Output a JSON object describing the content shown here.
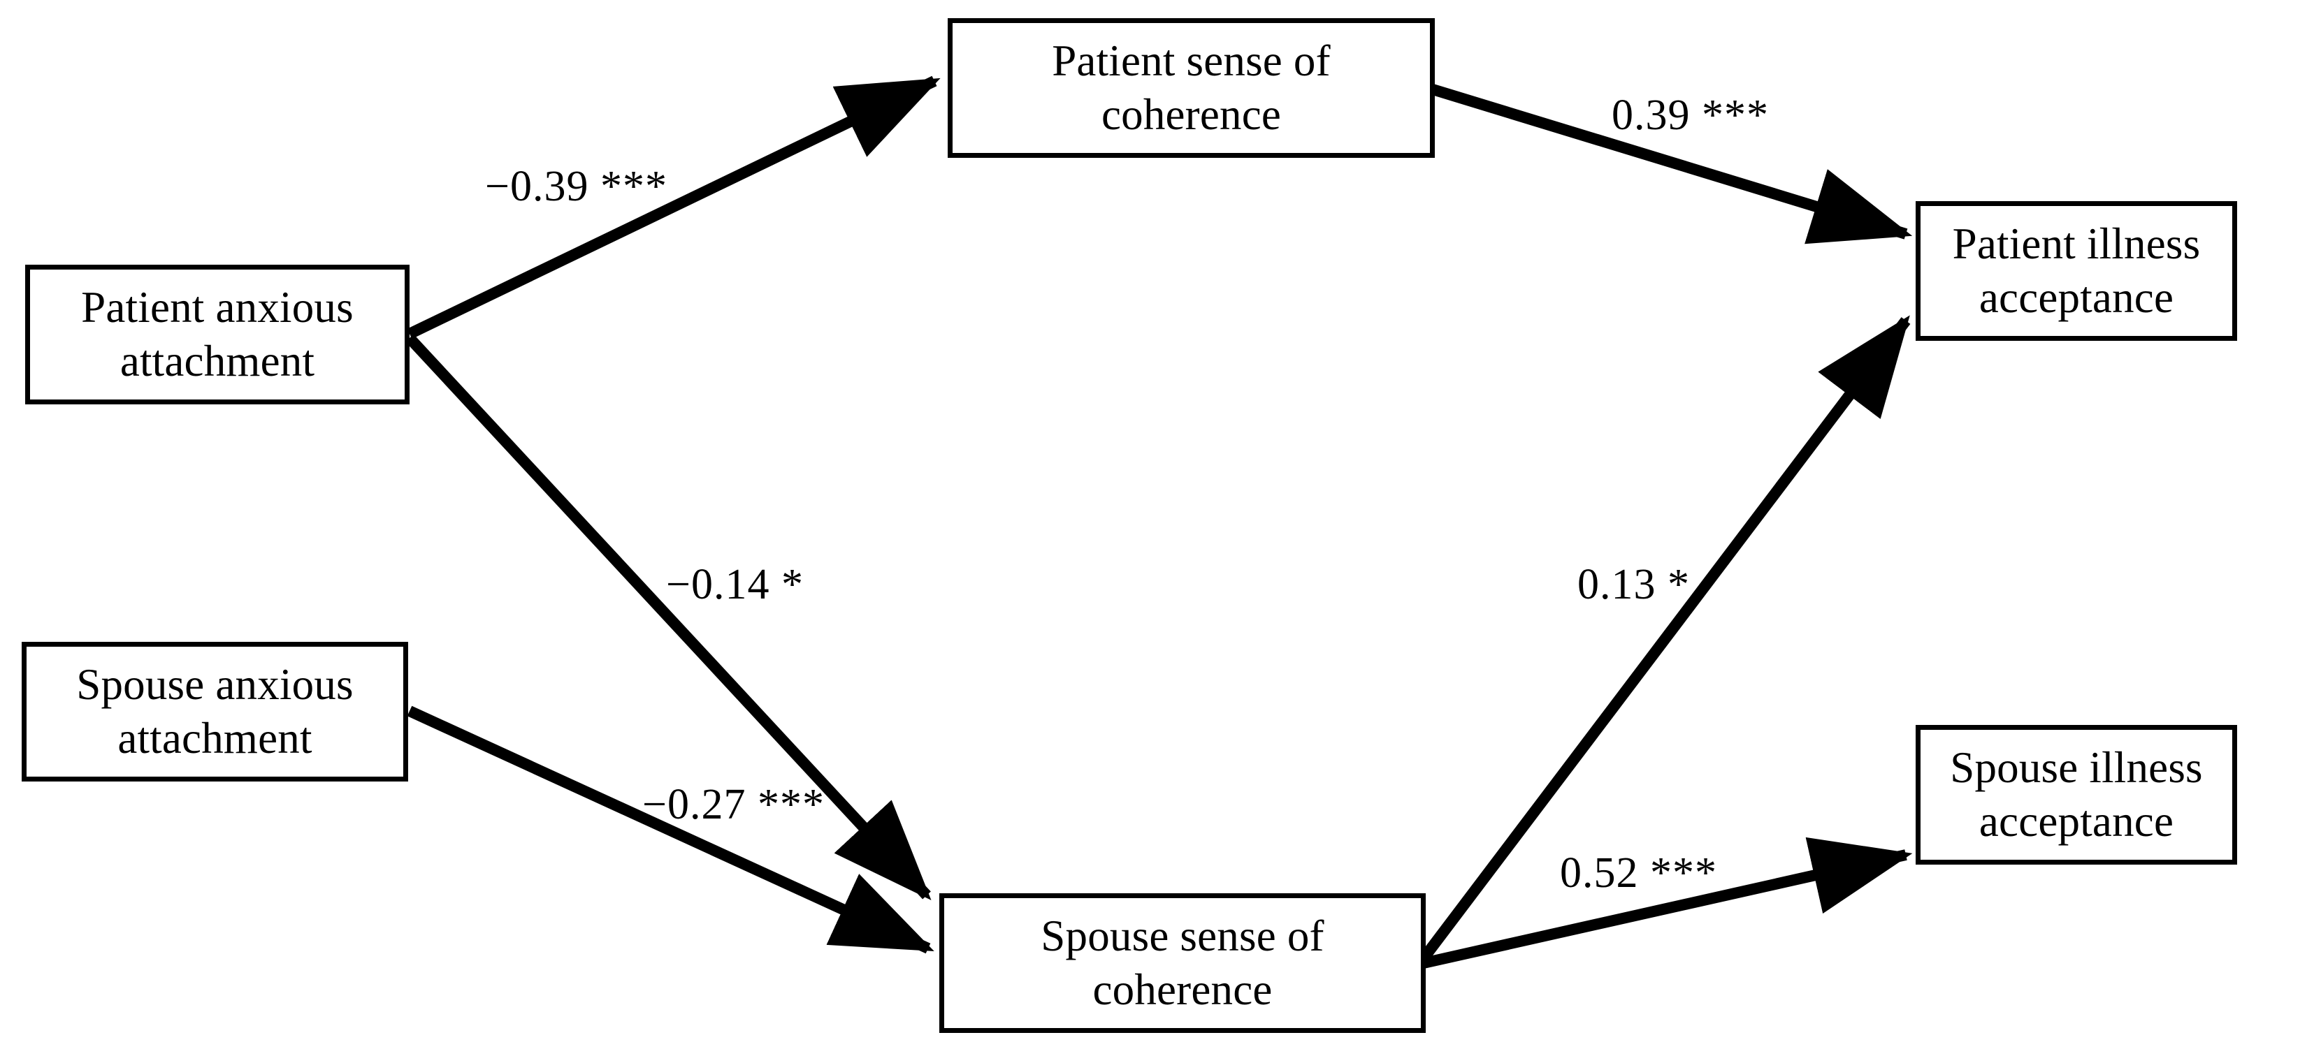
{
  "diagram": {
    "type": "path-diagram",
    "title": "",
    "background_color": "#ffffff",
    "line_color": "#000000",
    "text_color": "#000000",
    "nodes": [
      {
        "id": "patient-anxious-attachment",
        "label": "Patient anxious attachment",
        "line1": "Patient anxious",
        "line2": "attachment"
      },
      {
        "id": "spouse-anxious-attachment",
        "label": "Spouse anxious attachment",
        "line1": "Spouse anxious",
        "line2": "attachment"
      },
      {
        "id": "patient-sense-of-coherence",
        "label": "Patient sense of coherence",
        "line1": "Patient sense of",
        "line2": "coherence"
      },
      {
        "id": "spouse-sense-of-coherence",
        "label": "Spouse sense of coherence",
        "line1": "Spouse sense of",
        "line2": "coherence"
      },
      {
        "id": "patient-illness-acceptance",
        "label": "Patient illness acceptance",
        "line1": "Patient illness",
        "line2": "acceptance"
      },
      {
        "id": "spouse-illness-acceptance",
        "label": "Spouse illness acceptance",
        "line1": "Spouse illness",
        "line2": "acceptance"
      }
    ],
    "edges": [
      {
        "id": "edge-pa-to-psoc",
        "from": "patient-anxious-attachment",
        "to": "patient-sense-of-coherence",
        "coefficient": "−0.39",
        "significance": "***",
        "label": "−0.39 ***"
      },
      {
        "id": "edge-pa-to-ssoc",
        "from": "patient-anxious-attachment",
        "to": "spouse-sense-of-coherence",
        "coefficient": "−0.14",
        "significance": "*",
        "label": "−0.14 *"
      },
      {
        "id": "edge-sa-to-ssoc",
        "from": "spouse-anxious-attachment",
        "to": "spouse-sense-of-coherence",
        "coefficient": "−0.27",
        "significance": "***",
        "label": "−0.27 ***"
      },
      {
        "id": "edge-psoc-to-pia",
        "from": "patient-sense-of-coherence",
        "to": "patient-illness-acceptance",
        "coefficient": "0.39",
        "significance": "***",
        "label": "0.39 ***"
      },
      {
        "id": "edge-ssoc-to-pia",
        "from": "spouse-sense-of-coherence",
        "to": "patient-illness-acceptance",
        "coefficient": "0.13",
        "significance": "*",
        "label": "0.13 *"
      },
      {
        "id": "edge-ssoc-to-sia",
        "from": "spouse-sense-of-coherence",
        "to": "spouse-illness-acceptance",
        "coefficient": "0.52",
        "significance": "***",
        "label": "0.52 ***"
      }
    ]
  },
  "chart_data": {
    "type": "diagram",
    "title": "Actor-partner mediation path model of anxious attachment, sense of coherence and illness acceptance",
    "nodes": [
      "Patient anxious attachment",
      "Spouse anxious attachment",
      "Patient sense of coherence",
      "Spouse sense of coherence",
      "Patient illness acceptance",
      "Spouse illness acceptance"
    ],
    "paths": [
      {
        "source": "Patient anxious attachment",
        "target": "Patient sense of coherence",
        "value": -0.39,
        "significance": "***"
      },
      {
        "source": "Patient anxious attachment",
        "target": "Spouse sense of coherence",
        "value": -0.14,
        "significance": "*"
      },
      {
        "source": "Spouse anxious attachment",
        "target": "Spouse sense of coherence",
        "value": -0.27,
        "significance": "***"
      },
      {
        "source": "Patient sense of coherence",
        "target": "Patient illness acceptance",
        "value": 0.39,
        "significance": "***"
      },
      {
        "source": "Spouse sense of coherence",
        "target": "Patient illness acceptance",
        "value": 0.13,
        "significance": "*"
      },
      {
        "source": "Spouse sense of coherence",
        "target": "Spouse illness acceptance",
        "value": 0.52,
        "significance": "***"
      }
    ]
  }
}
